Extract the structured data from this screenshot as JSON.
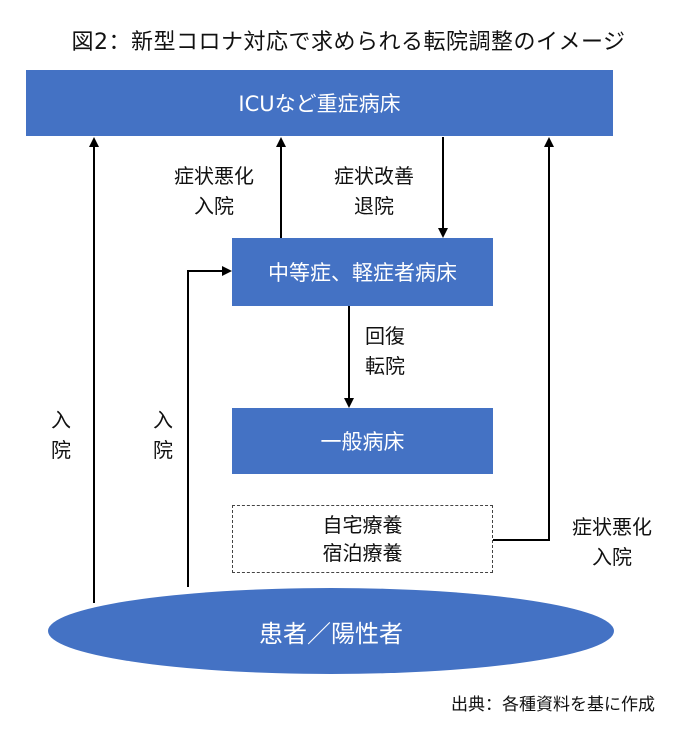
{
  "title": "図2：新型コロナ対応で求められる転院調整のイメージ",
  "nodes": {
    "icu": "ICUなど重症病床",
    "moderate": "中等症、軽症者病床",
    "general": "一般病床",
    "home_line1": "自宅療養",
    "home_line2": "宿泊療養",
    "patients": "患者／陽性者"
  },
  "edge_labels": {
    "worsen_mid_line1": "症状悪化",
    "worsen_mid_line2": "入院",
    "improve_line1": "症状改善",
    "improve_line2": "退院",
    "recover_line1": "回復",
    "recover_line2": "転院",
    "admit_left_line1": "入",
    "admit_left_line2": "院",
    "admit_center_line1": "入",
    "admit_center_line2": "院",
    "worsen_right_line1": "症状悪化",
    "worsen_right_line2": "入院"
  },
  "source": "出典：各種資料を基に作成",
  "colors": {
    "box_fill": "#4472c4",
    "box_text": "#ffffff",
    "line": "#000000"
  }
}
